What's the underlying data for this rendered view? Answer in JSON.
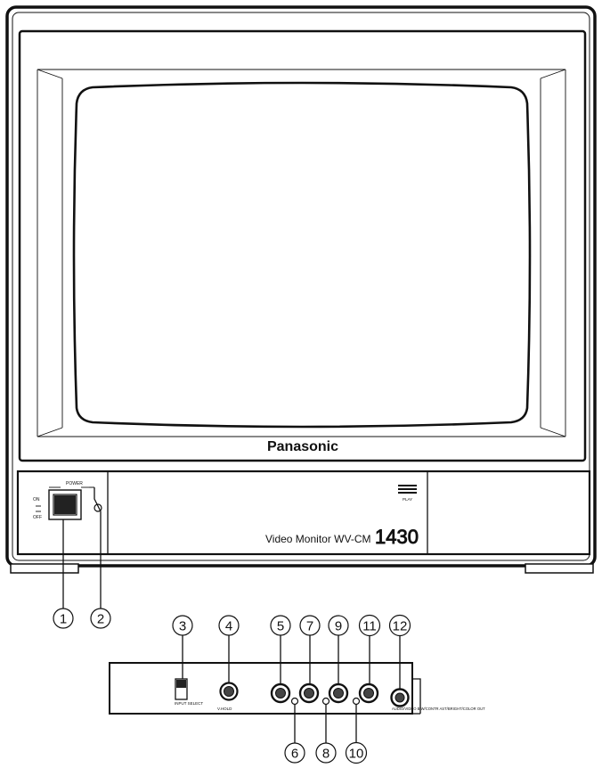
{
  "brand": "Panasonic",
  "model_text": "Video Monitor WV-CM",
  "model_number": "1430",
  "plate_text": "PLAY",
  "switch_labels": {
    "on": "ON",
    "off": "OFF",
    "power": "POWER"
  },
  "rear_labels": {
    "input_select": "INPUT SELECT",
    "v_hold": "V.HOLD",
    "bottom_strip": "AUDIO/VIDEO  B/W/CONTR  AST/BRIGHT/COLOR OUT"
  },
  "callouts_front": [
    "1",
    "2"
  ],
  "callouts_rear_top": [
    "3",
    "4",
    "5",
    "7",
    "9",
    "11",
    "12"
  ],
  "callouts_rear_bottom": [
    "6",
    "8",
    "10"
  ]
}
